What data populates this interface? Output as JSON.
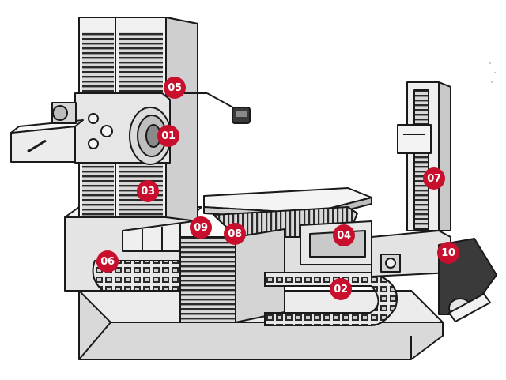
{
  "colors": {
    "badge": "#c8102e",
    "badge_text": "#ffffff",
    "ink": "#1a1a1a",
    "metal_light": "#e6e6e6",
    "metal_mid": "#cfcfcf",
    "metal_dark": "#9a9a9a"
  },
  "callouts": [
    {
      "id": "01",
      "label": "01"
    },
    {
      "id": "02",
      "label": "02"
    },
    {
      "id": "03",
      "label": "03"
    },
    {
      "id": "04",
      "label": "04"
    },
    {
      "id": "05",
      "label": "05"
    },
    {
      "id": "06",
      "label": "06"
    },
    {
      "id": "07",
      "label": "07"
    },
    {
      "id": "08",
      "label": "08"
    },
    {
      "id": "09",
      "label": "09"
    },
    {
      "id": "10",
      "label": "10"
    }
  ]
}
